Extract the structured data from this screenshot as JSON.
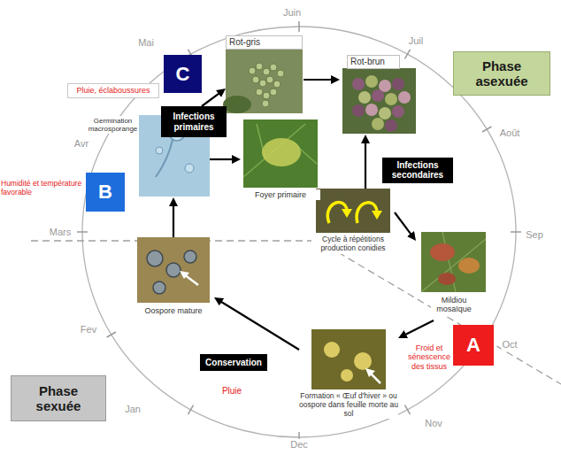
{
  "diagram": {
    "nodes": [
      {
        "text": [
          "Rot-gris"
        ]
      },
      {
        "text": [
          "Phase asexuée"
        ]
      },
      {
        "text": [
          "C"
        ]
      },
      {
        "text": [
          "Rot-brun"
        ]
      },
      {
        "text": [
          "Pluie, éclaboussures"
        ]
      },
      {
        "text": [
          "Infections primaires"
        ]
      },
      {
        "text": [
          "Germination macrosporange"
        ]
      },
      {
        "text": [
          "Foyer primaire"
        ]
      },
      {
        "text": [
          "B"
        ]
      },
      {
        "text": [
          "Infections secondaires"
        ]
      },
      {
        "text": [
          "Cycle à répétitions production conidies"
        ]
      },
      {
        "text": [
          "Mildiou mosaïque"
        ]
      },
      {
        "text": [
          "Oospore mature"
        ]
      },
      {
        "text": [
          "A"
        ]
      },
      {
        "text": [
          "Conservation"
        ]
      },
      {
        "text": [
          "Formation « Œuf d'hiver » ou oospore dans feuille morte au sol"
        ]
      },
      {
        "text": [
          "Phase sexuée"
        ]
      }
    ],
    "edges": [
      {
        "from": 12,
        "to": 6,
        "arrow": "to"
      },
      {
        "from": 6,
        "to": 7,
        "arrow": "to"
      },
      {
        "from": 5,
        "to": 0,
        "arrow": "to"
      },
      {
        "from": 0,
        "to": 3,
        "arrow": "to"
      },
      {
        "from": 10,
        "to": 3,
        "arrow": "to"
      },
      {
        "from": 10,
        "to": 11,
        "arrow": "to"
      },
      {
        "from": 11,
        "to": 15,
        "arrow": "to"
      },
      {
        "from": 15,
        "to": 12,
        "arrow": "to"
      }
    ],
    "labels": [
      "Juin",
      "Juil",
      "Août",
      "Sep",
      "Oct",
      "Nov",
      "Dec",
      "Jan",
      "Fev",
      "Mars",
      "Avr",
      "Mai",
      "Humidité et température favorable",
      "Froid et sénescence des tissus",
      "Pluie"
    ]
  }
}
